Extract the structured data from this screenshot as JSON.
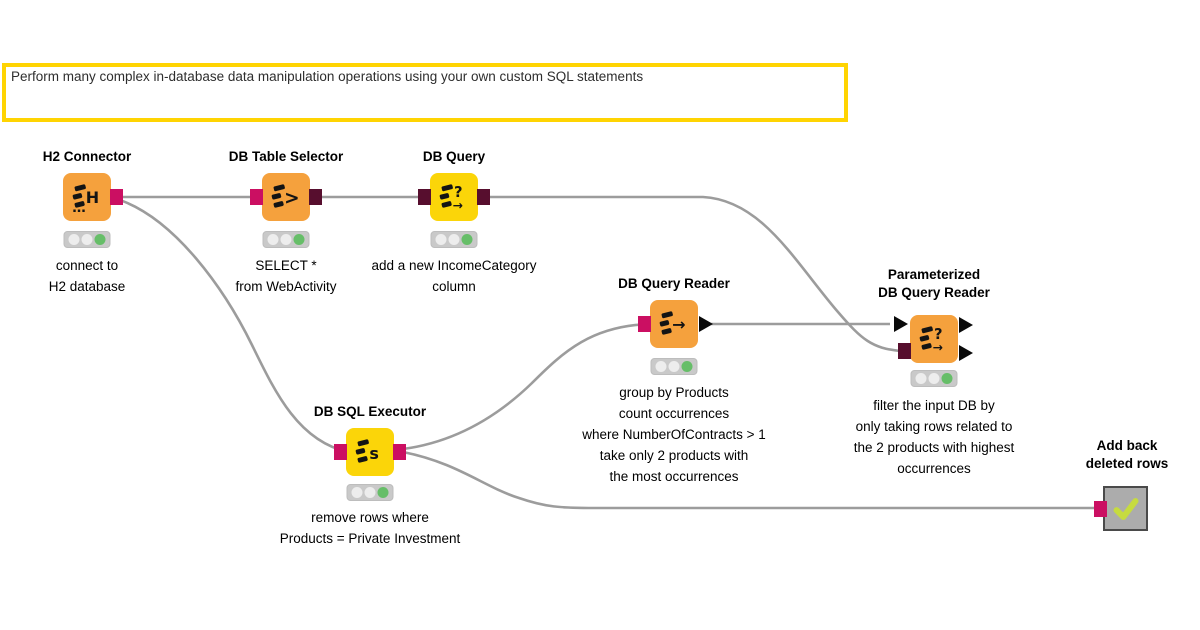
{
  "colors": {
    "node-orange": "#F5A13D",
    "node-yellow": "#FBD509",
    "port-db-session": "#CB0F62",
    "port-db-data": "#570E2E",
    "port-data-table": "#0A0A0A",
    "edge-gray": "#9C9C9C",
    "traffic-bg": "#C9C9C9",
    "traffic-off": "#EDEDED",
    "traffic-green": "#66BE68",
    "annotation-border": "#FFD402",
    "gray-node-bg": "#ACACAC",
    "gray-node-border": "#4A4A4A",
    "check-green": "#C6DB40"
  },
  "annotation": {
    "text": "Perform many complex in-database data manipulation operations using your own custom SQL statements"
  },
  "nodes": [
    {
      "title": "H2 Connector",
      "caption": "connect to\nH2 database",
      "icon": "h2-connector-icon",
      "glyph": "H",
      "glyph2": "…",
      "status": "executed"
    },
    {
      "title": "DB Table Selector",
      "caption": "SELECT *\nfrom WebActivity",
      "icon": "db-table-selector-icon",
      "glyph": ">",
      "status": "executed"
    },
    {
      "title": "DB Query",
      "caption": "add a new IncomeCategory\ncolumn",
      "icon": "db-query-icon",
      "glyph": "?",
      "glyph2": "→",
      "status": "executed"
    },
    {
      "title": "DB Query Reader",
      "caption": "group by Products\ncount occurrences\nwhere NumberOfContracts > 1\ntake only 2 products with\nthe most occurrences",
      "icon": "db-query-reader-icon",
      "glyph": "→",
      "status": "executed"
    },
    {
      "title": "Parameterized\nDB Query Reader",
      "caption": "filter the input DB by\nonly taking rows related to\nthe 2 products with highest\noccurrences",
      "icon": "parameterized-db-query-reader-icon",
      "glyph": "?",
      "glyph2": "→",
      "status": "executed"
    },
    {
      "title": "DB SQL Executor",
      "caption": "remove rows where\nProducts = Private Investment",
      "icon": "db-sql-executor-icon",
      "glyph": "s",
      "status": "executed"
    },
    {
      "title": "Add back\ndeleted rows",
      "caption": "",
      "icon": "checkmark-icon",
      "status": ""
    }
  ]
}
